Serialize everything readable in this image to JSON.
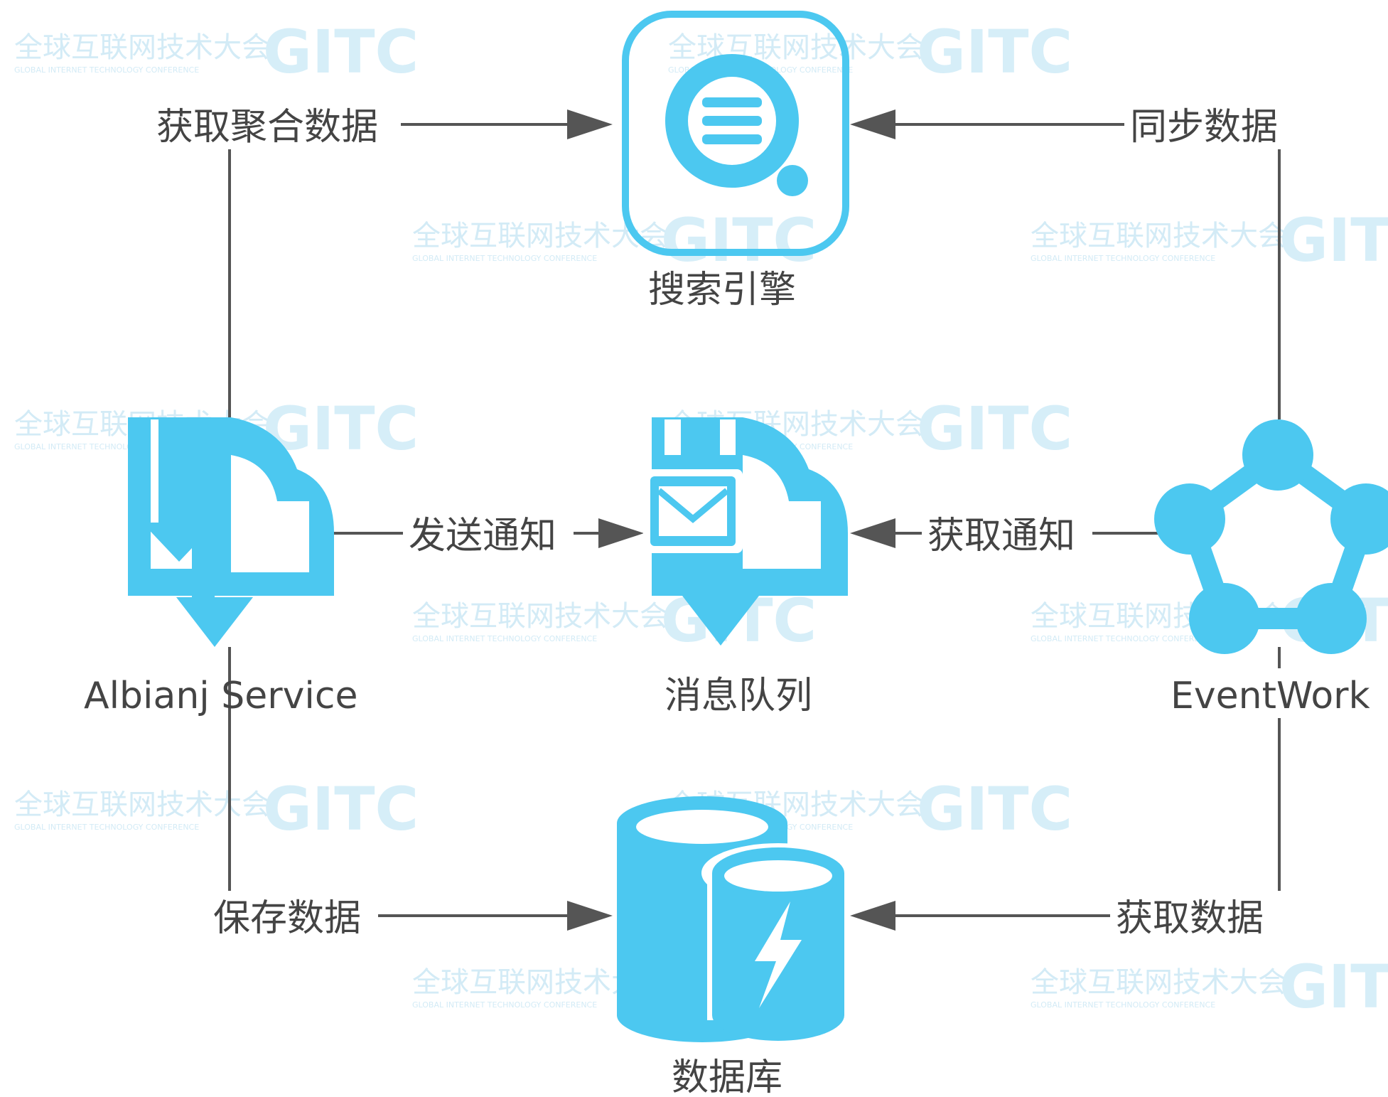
{
  "nodes": {
    "search_engine": {
      "label": "搜索引擎",
      "icon": "search-icon"
    },
    "message_queue": {
      "label": "消息队列",
      "icon": "mail-cloud-icon"
    },
    "albianj_service": {
      "label": "Albianj Service",
      "icon": "cloud-download-icon"
    },
    "event_work": {
      "label": "EventWork",
      "icon": "network-pentagon-icon"
    },
    "database": {
      "label": "数据库",
      "icon": "database-bolt-icon"
    }
  },
  "edges": {
    "get_aggregated_data": {
      "label": "获取聚合数据",
      "from": "Albianj Service",
      "to": "搜索引擎"
    },
    "sync_data": {
      "label": "同步数据",
      "from": "EventWork",
      "to": "搜索引擎"
    },
    "send_notification": {
      "label": "发送通知",
      "from": "Albianj Service",
      "to": "消息队列"
    },
    "get_notification": {
      "label": "获取通知",
      "from": "EventWork",
      "to": "消息队列"
    },
    "save_data": {
      "label": "保存数据",
      "from": "Albianj Service",
      "to": "数据库"
    },
    "get_data": {
      "label": "获取数据",
      "from": "EventWork",
      "to": "数据库"
    }
  },
  "watermark": {
    "text": "全球互联网技术大会",
    "subtext": "GLOBAL INTERNET TECHNOLOGY CONFERENCE",
    "logo": "GITC"
  },
  "colors": {
    "icon": "#4cc8f0",
    "line": "#555555",
    "label": "#444444"
  }
}
